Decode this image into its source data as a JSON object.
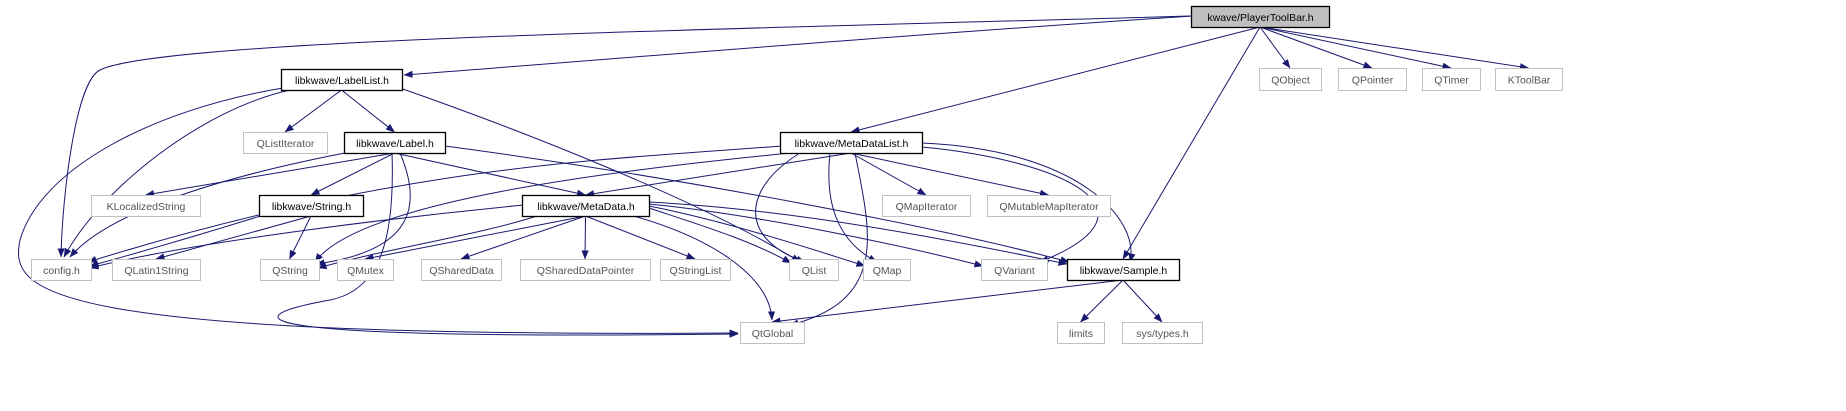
{
  "graph": {
    "colors": {
      "edge": "#191970",
      "root_fill": "#bfbfbf",
      "internal_border": "#000000",
      "external_border": "#c0c0c0",
      "background": "#ffffff"
    },
    "nodes": [
      {
        "id": "root",
        "label": "kwave/PlayerToolBar.h",
        "kind": "root"
      },
      {
        "id": "labellist",
        "label": "libkwave/LabelList.h",
        "kind": "internal"
      },
      {
        "id": "metadatalist",
        "label": "libkwave/MetaDataList.h",
        "kind": "internal"
      },
      {
        "id": "label",
        "label": "libkwave/Label.h",
        "kind": "internal"
      },
      {
        "id": "string",
        "label": "libkwave/String.h",
        "kind": "internal"
      },
      {
        "id": "metadata",
        "label": "libkwave/MetaData.h",
        "kind": "internal"
      },
      {
        "id": "sample",
        "label": "libkwave/Sample.h",
        "kind": "internal"
      },
      {
        "id": "qobject",
        "label": "QObject",
        "kind": "external"
      },
      {
        "id": "qpointer",
        "label": "QPointer",
        "kind": "external"
      },
      {
        "id": "qtimer",
        "label": "QTimer",
        "kind": "external"
      },
      {
        "id": "ktoolbar",
        "label": "KToolBar",
        "kind": "external"
      },
      {
        "id": "qlistiterator",
        "label": "QListIterator",
        "kind": "external"
      },
      {
        "id": "klocalizedstring",
        "label": "KLocalizedString",
        "kind": "external"
      },
      {
        "id": "qmapiterator",
        "label": "QMapIterator",
        "kind": "external"
      },
      {
        "id": "qmutablemapiterator",
        "label": "QMutableMapIterator",
        "kind": "external"
      },
      {
        "id": "config",
        "label": "config.h",
        "kind": "external"
      },
      {
        "id": "qlatin1string",
        "label": "QLatin1String",
        "kind": "external"
      },
      {
        "id": "qstring",
        "label": "QString",
        "kind": "external"
      },
      {
        "id": "qmutex",
        "label": "QMutex",
        "kind": "external"
      },
      {
        "id": "qshareddata",
        "label": "QSharedData",
        "kind": "external"
      },
      {
        "id": "qshareddatapointer",
        "label": "QSharedDataPointer",
        "kind": "external"
      },
      {
        "id": "qstringlist",
        "label": "QStringList",
        "kind": "external"
      },
      {
        "id": "qlist",
        "label": "QList",
        "kind": "external"
      },
      {
        "id": "qmap",
        "label": "QMap",
        "kind": "external"
      },
      {
        "id": "qvariant",
        "label": "QVariant",
        "kind": "external"
      },
      {
        "id": "qtglobal",
        "label": "QtGlobal",
        "kind": "external"
      },
      {
        "id": "limits",
        "label": "limits",
        "kind": "external"
      },
      {
        "id": "systypes",
        "label": "sys/types.h",
        "kind": "external"
      }
    ],
    "edges": [
      [
        "root",
        "labellist"
      ],
      [
        "root",
        "config"
      ],
      [
        "root",
        "metadatalist"
      ],
      [
        "root",
        "sample"
      ],
      [
        "root",
        "qobject"
      ],
      [
        "root",
        "qpointer"
      ],
      [
        "root",
        "qtimer"
      ],
      [
        "root",
        "ktoolbar"
      ],
      [
        "labellist",
        "config"
      ],
      [
        "labellist",
        "qtglobal"
      ],
      [
        "labellist",
        "qlistiterator"
      ],
      [
        "labellist",
        "label"
      ],
      [
        "labellist",
        "qlist"
      ],
      [
        "label",
        "config"
      ],
      [
        "label",
        "klocalizedstring"
      ],
      [
        "label",
        "string"
      ],
      [
        "label",
        "metadata"
      ],
      [
        "label",
        "qstring"
      ],
      [
        "label",
        "qtglobal"
      ],
      [
        "label",
        "sample"
      ],
      [
        "string",
        "config"
      ],
      [
        "string",
        "qlatin1string"
      ],
      [
        "string",
        "qstring"
      ],
      [
        "metadatalist",
        "config"
      ],
      [
        "metadatalist",
        "qstring"
      ],
      [
        "metadatalist",
        "metadata"
      ],
      [
        "metadatalist",
        "qlist"
      ],
      [
        "metadatalist",
        "qmap"
      ],
      [
        "metadatalist",
        "qtglobal"
      ],
      [
        "metadatalist",
        "qmapiterator"
      ],
      [
        "metadatalist",
        "qmutablemapiterator"
      ],
      [
        "metadatalist",
        "qvariant"
      ],
      [
        "metadatalist",
        "sample"
      ],
      [
        "metadata",
        "config"
      ],
      [
        "metadata",
        "qstring"
      ],
      [
        "metadata",
        "qmutex"
      ],
      [
        "metadata",
        "qshareddata"
      ],
      [
        "metadata",
        "qshareddatapointer"
      ],
      [
        "metadata",
        "qstringlist"
      ],
      [
        "metadata",
        "qlist"
      ],
      [
        "metadata",
        "qmap"
      ],
      [
        "metadata",
        "qvariant"
      ],
      [
        "metadata",
        "qtglobal"
      ],
      [
        "metadata",
        "sample"
      ],
      [
        "sample",
        "qtglobal"
      ],
      [
        "sample",
        "limits"
      ],
      [
        "sample",
        "systypes"
      ]
    ]
  }
}
